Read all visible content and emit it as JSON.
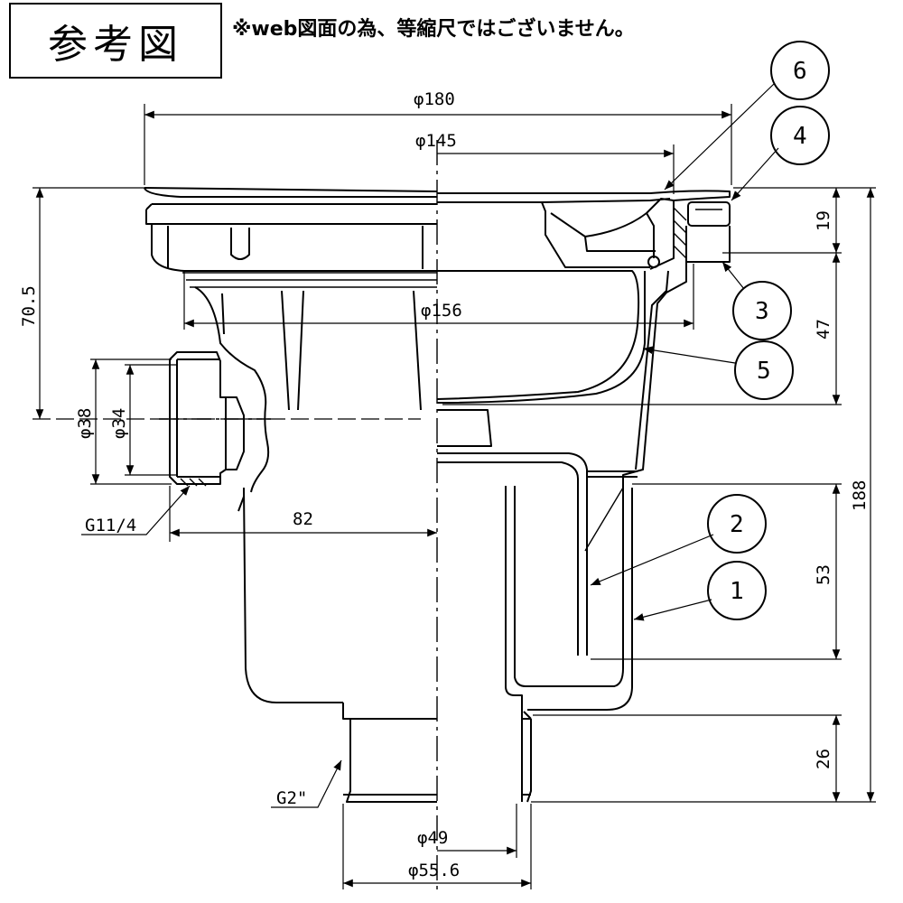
{
  "reference_label": "参考図",
  "note": "※web図面の為、等縮尺ではございません。",
  "dimensions": {
    "d180": "φ180",
    "d145": "φ145",
    "d156": "φ156",
    "d38": "φ38",
    "d34": "φ34",
    "d49": "φ49",
    "d55_6": "φ55.6",
    "h70_5": "70.5",
    "h19": "19",
    "h47": "47",
    "h188": "188",
    "h53": "53",
    "h26": "26",
    "w82": "82"
  },
  "threads": {
    "g11_4": "G11/4",
    "g2": "G2\""
  },
  "parts": [
    {
      "number": "1"
    },
    {
      "number": "2"
    },
    {
      "number": "3"
    },
    {
      "number": "4"
    },
    {
      "number": "5"
    },
    {
      "number": "6"
    }
  ]
}
